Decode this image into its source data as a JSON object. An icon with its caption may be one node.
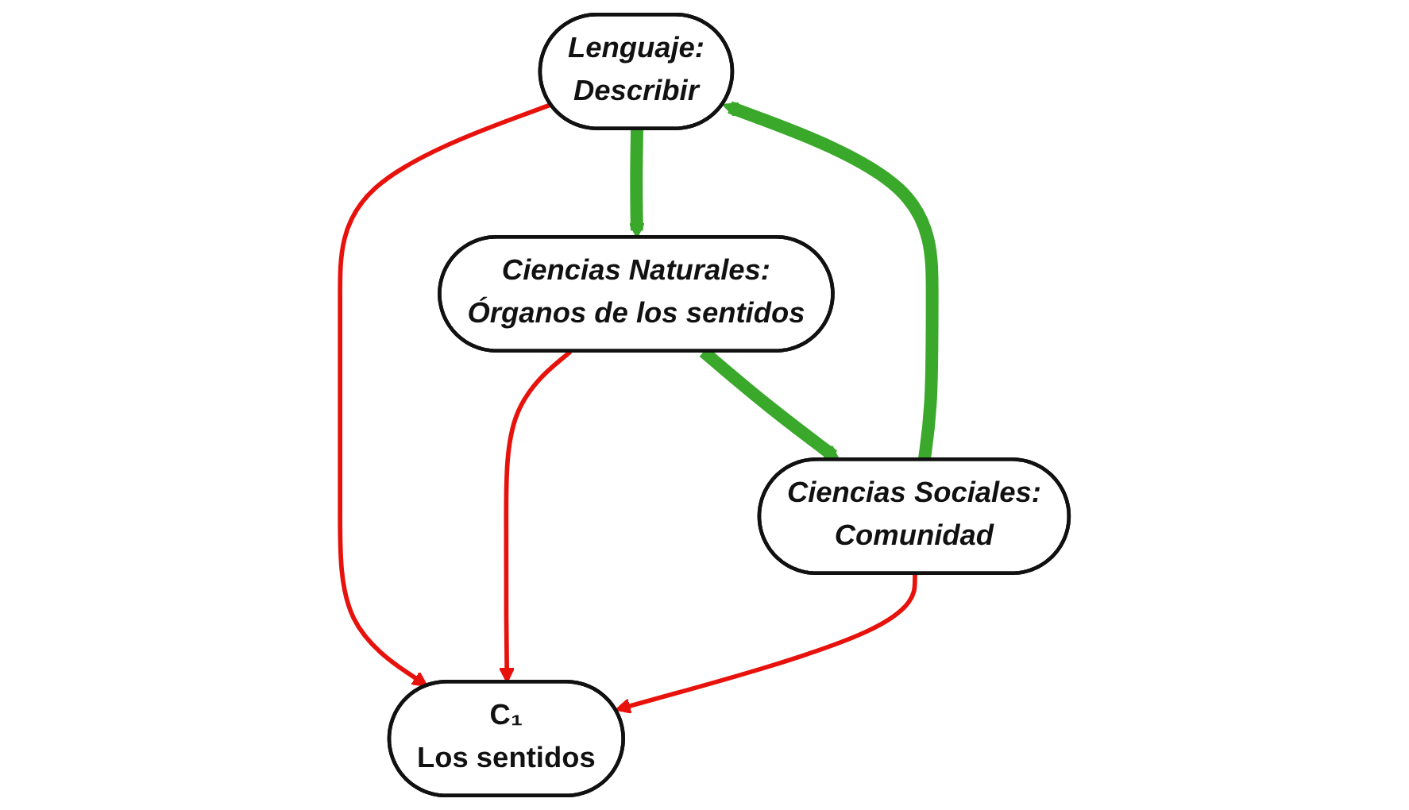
{
  "diagram": {
    "nodes": [
      {
        "text": [
          "Lenguaje:",
          "Describir"
        ]
      },
      {
        "text": [
          "C₁",
          "Los sentidos"
        ]
      },
      {
        "text": [
          "Ciencias Naturales:",
          "Órganos de los sentidos"
        ]
      },
      {
        "text": [
          "Ciencias Sociales:",
          "Comunidad"
        ]
      }
    ],
    "edges": [
      {
        "from": 0,
        "to": 1,
        "arrow": "to",
        "color": "#e8120c"
      },
      {
        "from": 2,
        "to": 1,
        "arrow": "to",
        "color": "#e8120c"
      },
      {
        "from": 3,
        "to": 1,
        "arrow": "to",
        "color": "#e8120c"
      },
      {
        "from": 0,
        "to": 2,
        "arrow": "to",
        "style": "thick",
        "color": "#3aa82a"
      },
      {
        "from": 2,
        "to": 3,
        "arrow": "to",
        "style": "thick",
        "color": "#3aa82a"
      },
      {
        "from": 3,
        "to": 0,
        "arrow": "to",
        "style": "thick",
        "color": "#3aa82a"
      }
    ]
  }
}
